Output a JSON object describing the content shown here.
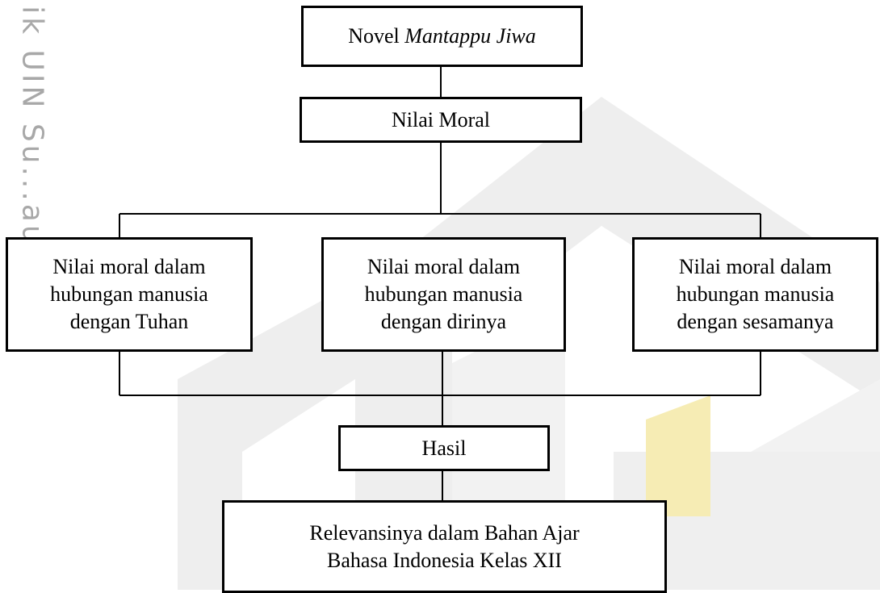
{
  "watermark": {
    "text": "ta milik UIN Su...au",
    "colors": {
      "text": "#a8a8a8",
      "shape": "#e9e9e9",
      "accent": "#f6ecb4"
    }
  },
  "diagram": {
    "novel": {
      "prefix": "Novel",
      "title": "Mantappu Jiwa"
    },
    "nilai_moral": "Nilai Moral",
    "branches": [
      {
        "lines": [
          "Nilai moral dalam",
          "hubungan manusia",
          "dengan Tuhan"
        ]
      },
      {
        "lines": [
          "Nilai moral dalam",
          "hubungan manusia",
          "dengan dirinya"
        ]
      },
      {
        "lines": [
          "Nilai moral dalam",
          "hubungan manusia",
          "dengan sesamanya"
        ]
      }
    ],
    "hasil": "Hasil",
    "relevansi": {
      "lines": [
        "Relevansinya dalam Bahan Ajar",
        "Bahasa Indonesia Kelas XII"
      ]
    }
  }
}
